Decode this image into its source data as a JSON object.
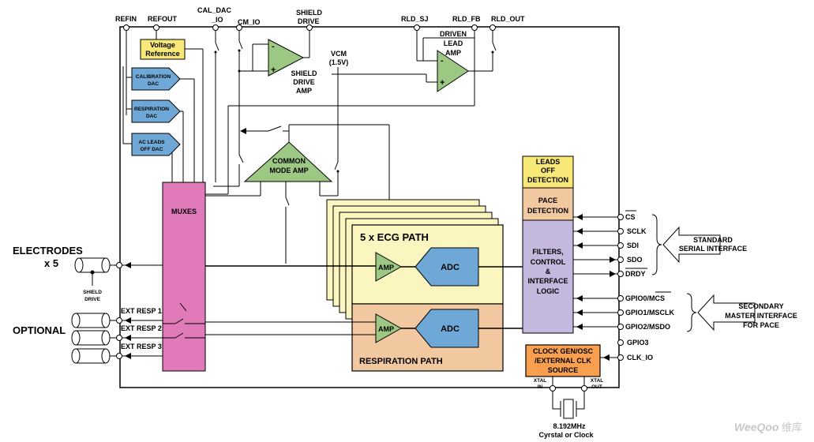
{
  "pins_top": {
    "refin": "REFIN",
    "refout": "REFOUT",
    "cal_dac_1": "CAL_DAC",
    "cal_dac_2": "_IO",
    "cm_io": "CM_IO",
    "shield_1": "SHIELD",
    "shield_2": "DRIVE",
    "rld_sj": "RLD_SJ",
    "rld_fb": "RLD_FB",
    "rld_out": "RLD_OUT"
  },
  "blocks": {
    "vref_1": "Voltage",
    "vref_2": "Reference",
    "cal_dac_1": "CALIBRATION",
    "cal_dac_2": "DAC",
    "resp_dac_1": "RESPIRATION",
    "resp_dac_2": "DAC",
    "ac_dac_1": "AC LEADS",
    "ac_dac_2": "OFF DAC",
    "shield_amp_1": "SHIELD",
    "shield_amp_2": "DRIVE",
    "shield_amp_3": "AMP",
    "vcm_1": "VCM",
    "vcm_2": "(1.5V)",
    "driven_1": "DRIVEN",
    "driven_2": "LEAD",
    "driven_3": "AMP",
    "cm_amp_1": "COMMON",
    "cm_amp_2": "MODE AMP",
    "muxes": "MUXES",
    "ecg_path": "5 x ECG PATH",
    "amp": "AMP",
    "adc": "ADC",
    "resp_path": "RESPIRATION PATH",
    "leads_1": "LEADS",
    "leads_2": "OFF",
    "leads_3": "DETECTION",
    "pace_1": "PACE",
    "pace_2": "DETECTION",
    "filters_1": "FILTERS,",
    "filters_2": "CONTROL",
    "filters_3": "&",
    "filters_4": "INTERFACE",
    "filters_5": "LOGIC",
    "clk_1": "CLOCK GEN/OSC",
    "clk_2": "/EXTERNAL CLK",
    "clk_3": "SOURCE",
    "opamp_minus": "-",
    "opamp_plus": "+"
  },
  "left": {
    "electrodes": "ELECTRODES",
    "x5": "x 5",
    "shield_1": "SHIELD",
    "shield_2": "DRIVE",
    "optional": "OPTIONAL",
    "ext1": "EXT RESP 1",
    "ext2": "EXT RESP 2",
    "ext3": "EXT RESP 3"
  },
  "pins_right": {
    "cs": "CS",
    "sclk": "SCLK",
    "sdi": "SDI",
    "sdo": "SDO",
    "drdy": "DRDY",
    "gpio0": "GPIO0/MCS",
    "gpio1": "GPIO1/MSCLK",
    "gpio2": "GPIO2/MSDO",
    "gpio3": "GPIO3",
    "clk_io": "CLK_IO"
  },
  "interfaces": {
    "std_1": "STANDARD",
    "std_2": "SERIAL INTERFACE",
    "sec_1": "SECONDARY",
    "sec_2": "MASTER INTERFACE",
    "sec_3": "FOR PACE"
  },
  "bottom": {
    "xtal_in_1": "XTAL",
    "xtal_in_2": "IN",
    "xtal_out_1": "XTAL",
    "xtal_out_2": "OUT",
    "freq": "8.192MHz",
    "crystal": "Cyrstal or Clock"
  },
  "watermark": {
    "brand": "WeeQoo",
    "cn": "维库"
  },
  "colors": {
    "blue_dac": "#6fa8d6",
    "yellow": "#f8e878",
    "magenta": "#e07ab8",
    "green_amp": "#9cc884",
    "ecg_panel": "#fbf5c0",
    "resp_panel": "#f2c8a0",
    "filters": "#c4b8de",
    "clock": "#f8a050"
  }
}
